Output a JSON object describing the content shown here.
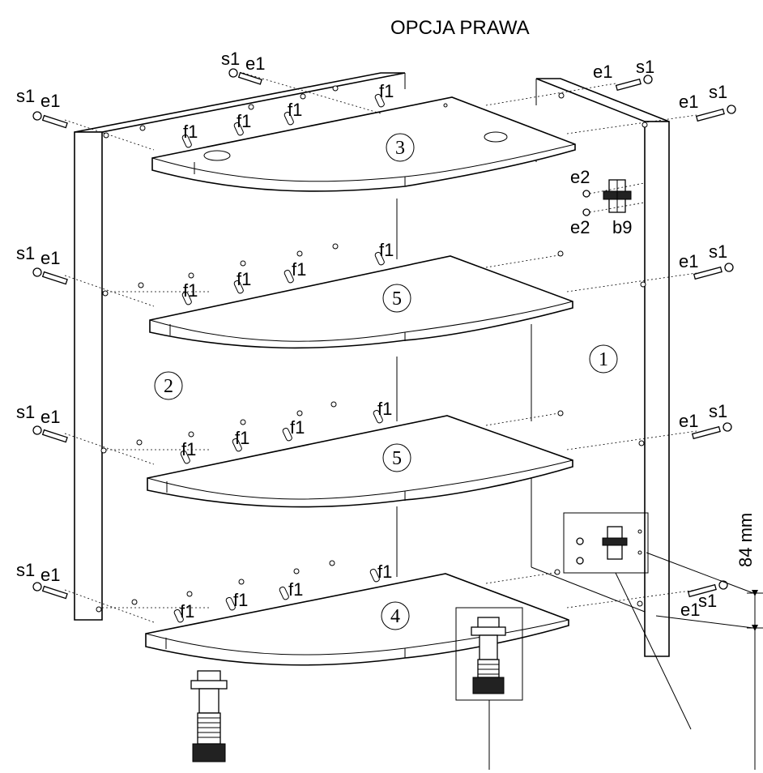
{
  "title": "OPCJA PRAWA",
  "parts": {
    "side_right": "1",
    "side_left": "2",
    "shelf_top": "3",
    "shelf_mid": "5",
    "shelf_bottom": "4"
  },
  "labels": {
    "screw": "e1",
    "cap": "s1",
    "dowel": "f1",
    "small_screw": "e2",
    "bracket": "b9"
  },
  "dimension": "84 mm"
}
